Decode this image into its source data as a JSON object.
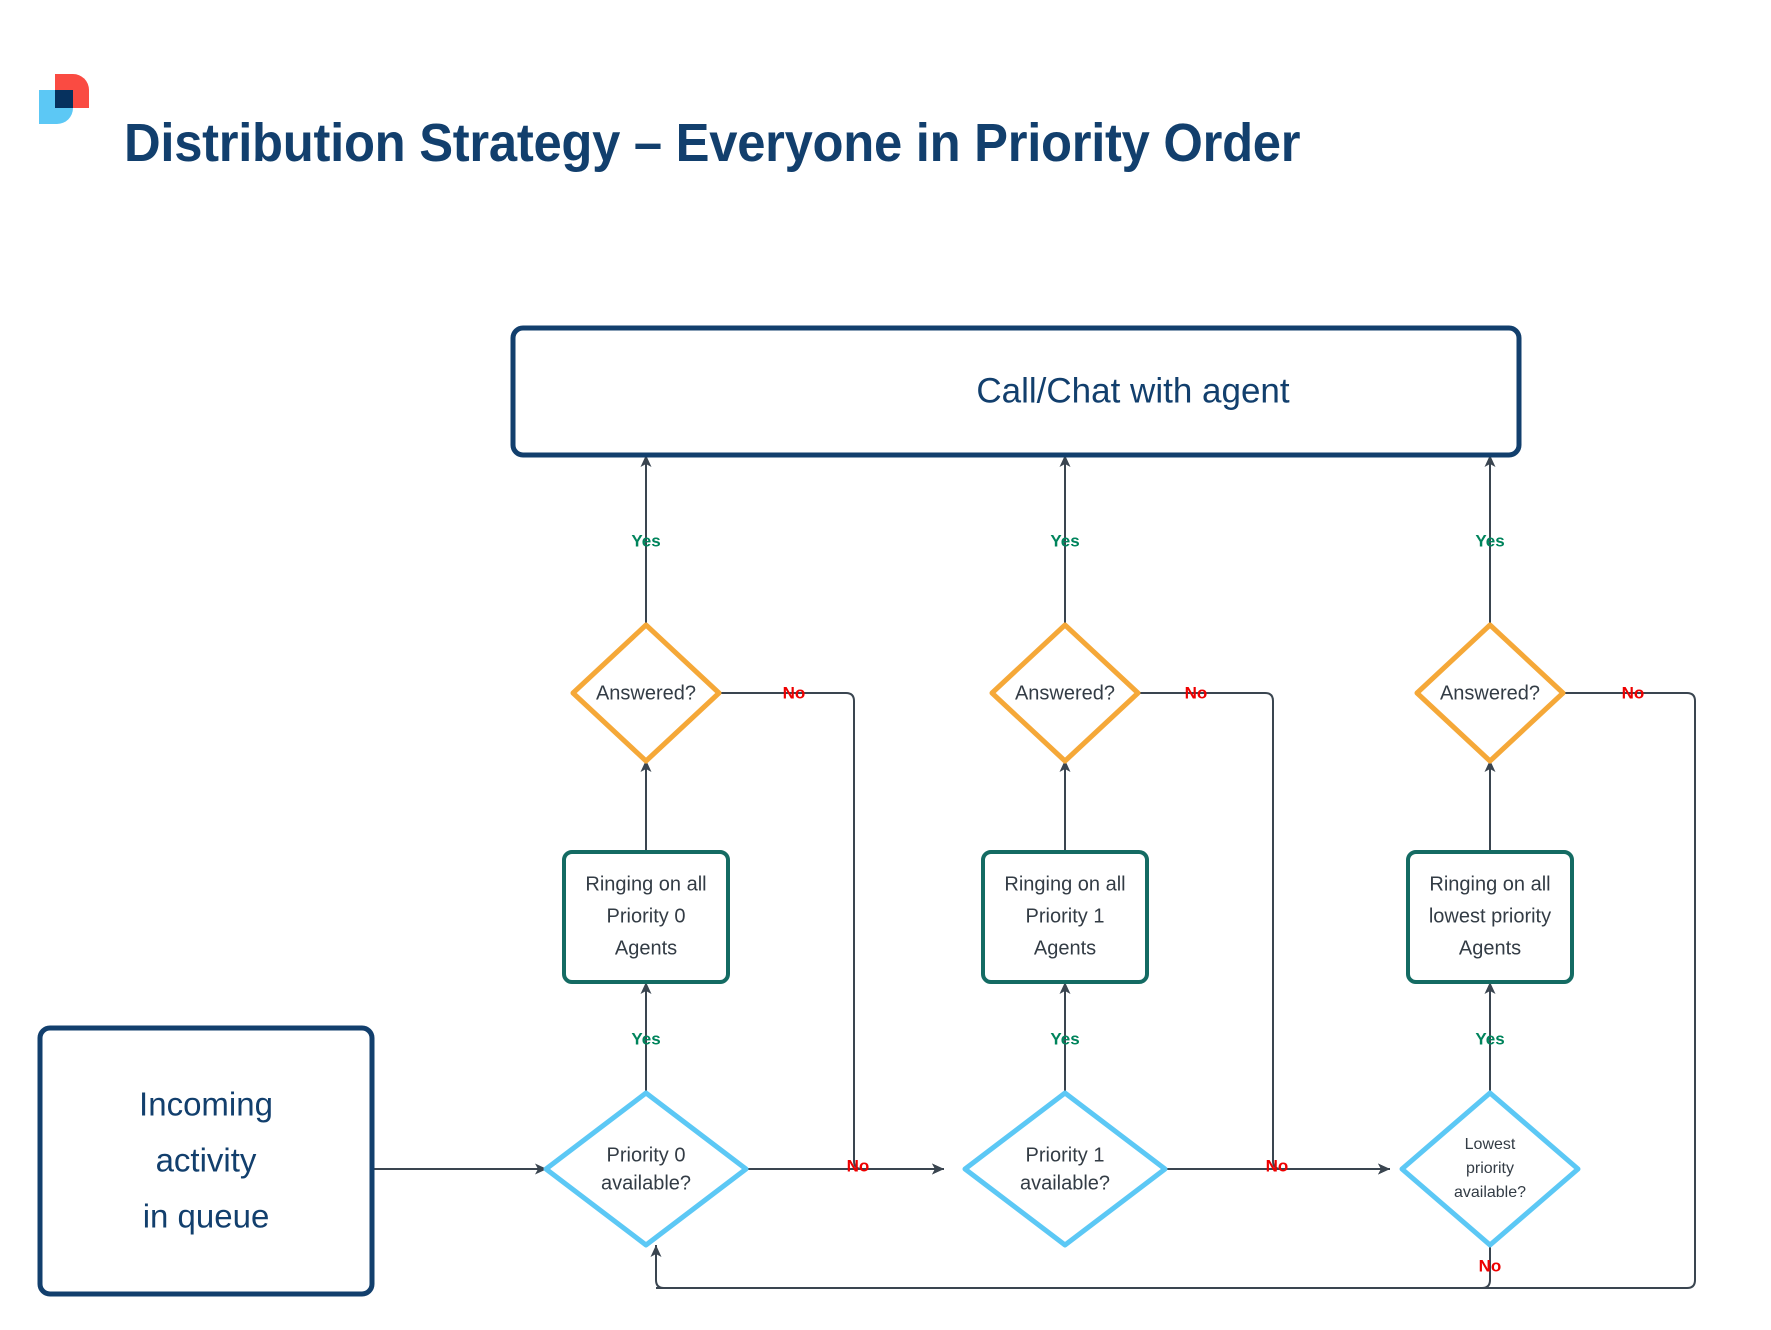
{
  "header": {
    "title": "Distribution Strategy – Everyone in Priority Order",
    "logo_name": "brand-logo",
    "logo_colors": {
      "red": "#fa4b42",
      "light_blue": "#5cc8f5",
      "navy": "#06315e"
    }
  },
  "colors": {
    "navy": "#123f6d",
    "dark_navy_border": "#0d3a66",
    "orange": "#f5a838",
    "teal_green": "#146b63",
    "light_blue": "#5cc8f5",
    "yes_green": "#00845c",
    "no_red": "#ee0000",
    "edge_gray": "#3a4550",
    "node_text": "#333c45"
  },
  "chart_data": {
    "type": "diagram",
    "title": "Distribution Strategy – Everyone in Priority Order",
    "nodes": [
      {
        "id": "incoming",
        "label": "Incoming\nactivity\nin queue",
        "shape": "rounded-rect",
        "border": "#123f6d"
      },
      {
        "id": "callchat",
        "label": "Call/Chat with agent",
        "shape": "rounded-rect",
        "border": "#123f6d"
      },
      {
        "id": "p0avail",
        "label": "Priority 0\navailable?",
        "shape": "diamond",
        "border": "#5cc8f5"
      },
      {
        "id": "p1avail",
        "label": "Priority 1\navailable?",
        "shape": "diamond",
        "border": "#5cc8f5"
      },
      {
        "id": "lowavail",
        "label": "Lowest\npriority\navailable?",
        "shape": "diamond",
        "border": "#5cc8f5"
      },
      {
        "id": "ring0",
        "label": "Ringing on all\nPriority 0\nAgents",
        "shape": "rounded-rect",
        "border": "#146b63"
      },
      {
        "id": "ring1",
        "label": "Ringing on all\nPriority 1\nAgents",
        "shape": "rounded-rect",
        "border": "#146b63"
      },
      {
        "id": "ringlow",
        "label": "Ringing on all\nlowest priority\nAgents",
        "shape": "rounded-rect",
        "border": "#146b63"
      },
      {
        "id": "answered0",
        "label": "Answered?",
        "shape": "diamond",
        "border": "#f5a838"
      },
      {
        "id": "answered1",
        "label": "Answered?",
        "shape": "diamond",
        "border": "#f5a838"
      },
      {
        "id": "answeredlow",
        "label": "Answered?",
        "shape": "diamond",
        "border": "#f5a838"
      }
    ],
    "edges": [
      {
        "from": "incoming",
        "to": "p0avail",
        "label": ""
      },
      {
        "from": "p0avail",
        "to": "ring0",
        "label": "Yes"
      },
      {
        "from": "p0avail",
        "to": "p1avail",
        "label": "No"
      },
      {
        "from": "ring0",
        "to": "answered0",
        "label": ""
      },
      {
        "from": "answered0",
        "to": "callchat",
        "label": "Yes"
      },
      {
        "from": "answered0",
        "to": "p1avail",
        "label": "No"
      },
      {
        "from": "p1avail",
        "to": "ring1",
        "label": "Yes"
      },
      {
        "from": "p1avail",
        "to": "lowavail",
        "label": "No"
      },
      {
        "from": "ring1",
        "to": "answered1",
        "label": ""
      },
      {
        "from": "answered1",
        "to": "callchat",
        "label": "Yes"
      },
      {
        "from": "answered1",
        "to": "lowavail",
        "label": "No"
      },
      {
        "from": "lowavail",
        "to": "ringlow",
        "label": "Yes"
      },
      {
        "from": "lowavail",
        "to": "p0avail",
        "label": "No"
      },
      {
        "from": "ringlow",
        "to": "answeredlow",
        "label": ""
      },
      {
        "from": "answeredlow",
        "to": "callchat",
        "label": "Yes"
      },
      {
        "from": "answeredlow",
        "to": "p0avail",
        "label": "No"
      }
    ]
  },
  "nodes": {
    "incoming": {
      "line1": "Incoming",
      "line2": "activity",
      "line3": "in queue"
    },
    "callchat": {
      "text": "Call/Chat with agent"
    },
    "p0avail": {
      "line1": "Priority 0",
      "line2": "available?"
    },
    "p1avail": {
      "line1": "Priority 1",
      "line2": "available?"
    },
    "lowavail": {
      "line1": "Lowest",
      "line2": "priority",
      "line3": "available?"
    },
    "ring0": {
      "line1": "Ringing on all",
      "line2": "Priority 0",
      "line3": "Agents"
    },
    "ring1": {
      "line1": "Ringing on all",
      "line2": "Priority 1",
      "line3": "Agents"
    },
    "ringlow": {
      "line1": "Ringing on all",
      "line2": "lowest priority",
      "line3": "Agents"
    },
    "answered0": {
      "text": "Answered?"
    },
    "answered1": {
      "text": "Answered?"
    },
    "answeredlow": {
      "text": "Answered?"
    }
  },
  "edge_labels": {
    "yes": "Yes",
    "no": "No",
    "yes_col0_top": "Yes",
    "yes_col1_top": "Yes",
    "yes_col2_top": "Yes",
    "no_col0_top": "No",
    "no_col1_top": "No",
    "no_col2_top": "No",
    "yes_col0_bottom": "Yes",
    "yes_col1_bottom": "Yes",
    "yes_col2_bottom": "Yes",
    "no_col0_bottom": "No",
    "no_col1_bottom": "No",
    "no_col2_bottom": "No"
  }
}
